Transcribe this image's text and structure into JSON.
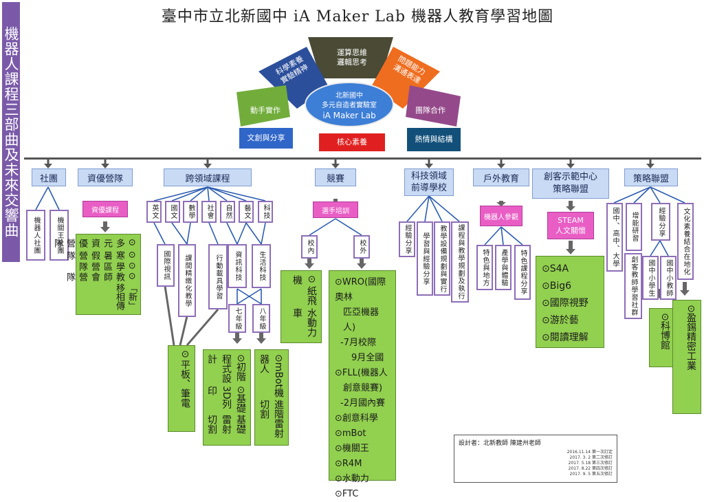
{
  "title": "臺中市立北新國中 iA Maker Lab 機器人教育學習地圖",
  "sidebar_title": "機器人課程三部曲及未來交響曲",
  "core": {
    "line1": "北新國中",
    "line2": "多元自造者實驗室",
    "line3": "iA Maker Lab"
  },
  "fan": {
    "top": "運算思維\n邏輯思考",
    "upper_left": "科學素養\n實驗精神",
    "upper_right": "問題能力\n溝通表達",
    "mid_left": "動手實作",
    "mid_right": "團隊合作",
    "low_left": "文創與分享",
    "low_center": "核心素養",
    "low_right": "熱情與結構"
  },
  "categories": {
    "club": "社團",
    "gifted": "資優營隊",
    "cross": "跨領域課程",
    "compete": "競賽",
    "pilot": "科技領域\n前導學校",
    "outdoor": "戶外教育",
    "maker": "創客示範中心\n策略聯盟",
    "alliance": "策略聯盟"
  },
  "club_items": [
    "機器人社團",
    "機關王社團"
  ],
  "gifted_course": "資優課程",
  "gifted_green": [
    "⊙多元資優營隊",
    "⊙寒暑假營隊",
    "⊙學區營隊",
    "⊙教師會營隊",
    "「新」移相傳"
  ],
  "subjects": [
    "英文",
    "國文",
    "數學",
    "社會",
    "自然",
    "藝文",
    "科技"
  ],
  "cross_mid": [
    "國際視訊",
    "課間精緻化教學",
    "行動載具學習",
    "資訊科技",
    "生活科技"
  ],
  "grades": [
    "七年級",
    "八年級"
  ],
  "cross_green_tablet": [
    "⊙",
    "平板、筆電"
  ],
  "cross_green_7": [
    "⊙初階程式設計",
    "⊙基礎3D列印",
    "基礎雷射切割"
  ],
  "cross_green_8": [
    "⊙mBot機器人",
    "進階雷射切割"
  ],
  "compete_sub": "選手培訓",
  "compete_in": "校內",
  "compete_out": "校外",
  "compete_green_in": [
    "⊙ 紙飛機",
    "水動力車"
  ],
  "compete_green_out": [
    "⊙WRO(國際奧林",
    "匹亞機器人)",
    "-7月校際",
    "9月全國",
    "⊙FLL(機器人",
    "創意競賽)",
    "-2月國內賽",
    "⊙創意科學",
    "⊙mBot",
    "⊙機關王",
    "⊙R4M",
    "⊙水動力",
    "⊙FTC"
  ],
  "pilot_items": [
    "經驗分享",
    "學習與經驗分享",
    "教學設備規劃與實行",
    "課程與教學規劃及執行"
  ],
  "outdoor_sub": "機器人參觀",
  "outdoor_items": [
    "特色與地方",
    "產學與體驗",
    "特色課程分享"
  ],
  "maker_sub": "STEAM\n人文關懷",
  "maker_green": [
    "⊙S4A",
    "⊙Big6",
    "⊙國際視野",
    "⊙游於藝",
    "⊙閱讀理解"
  ],
  "alliance_items": [
    "國中、高中、大學",
    "增能研習",
    "經驗分享",
    "文化素養結合在地化"
  ],
  "alliance_sub": [
    "創客教師學習社群",
    "國中小學生",
    "國中小教師"
  ],
  "alliance_green": [
    "⊙科博館",
    "⊙盈錫精密工業"
  ],
  "credit": {
    "designer": "設計者：北新教師 陳建州老師",
    "revisions": [
      "2016.11.14  第一次訂定",
      "2017. 3. 2  第二次修訂",
      "2017. 5.18  第三次修訂",
      "2017. 8.22  第四次修訂",
      "2017. 9. 5  第五次修訂"
    ]
  },
  "colors": {
    "green": "#92d050",
    "category": "#c9daf5",
    "magenta": "#e85ec5",
    "purple": "#8d6db7",
    "core": "#3d7ed6"
  }
}
